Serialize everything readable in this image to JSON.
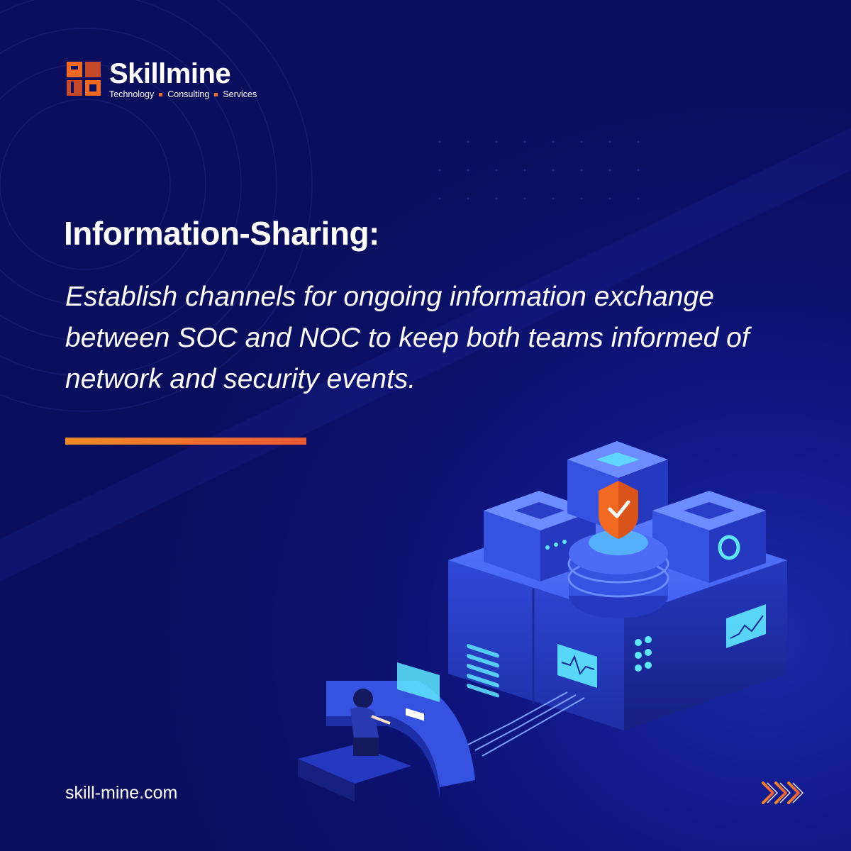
{
  "brand": {
    "name": "Skillmine",
    "tagline": [
      "Technology",
      "Consulting",
      "Services"
    ],
    "accent": "#f26a21"
  },
  "headline": "Information-Sharing:",
  "body": "Establish channels for ongoing information exchange between SOC and NOC to keep both teams informed of network and security events.",
  "footer": {
    "url": "skill-mine.com",
    "next_icon": "triple-chevron-right-icon"
  },
  "colors": {
    "background": "#0b0f63",
    "divider_start": "#f08a24",
    "divider_end": "#ec5a34",
    "text": "#ffffff"
  }
}
